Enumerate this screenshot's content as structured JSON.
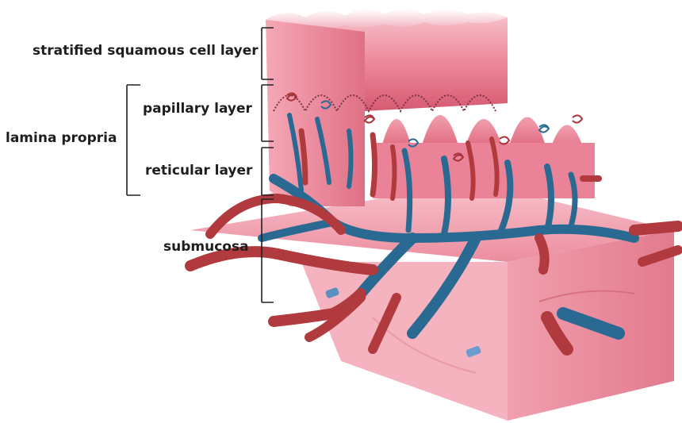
{
  "labels": {
    "stratified": "stratified squamous cell layer",
    "papillary": "papillary layer",
    "lamina": "lamina propria",
    "reticular": "reticular layer",
    "submucosa": "submucosa"
  },
  "colors": {
    "epithelium": "#f0879a",
    "epithelium_dark": "#d85c73",
    "tissue": "#f2a2b0",
    "artery": "#b03a3e",
    "vein": "#2a6a92",
    "bracket": "#222222"
  }
}
